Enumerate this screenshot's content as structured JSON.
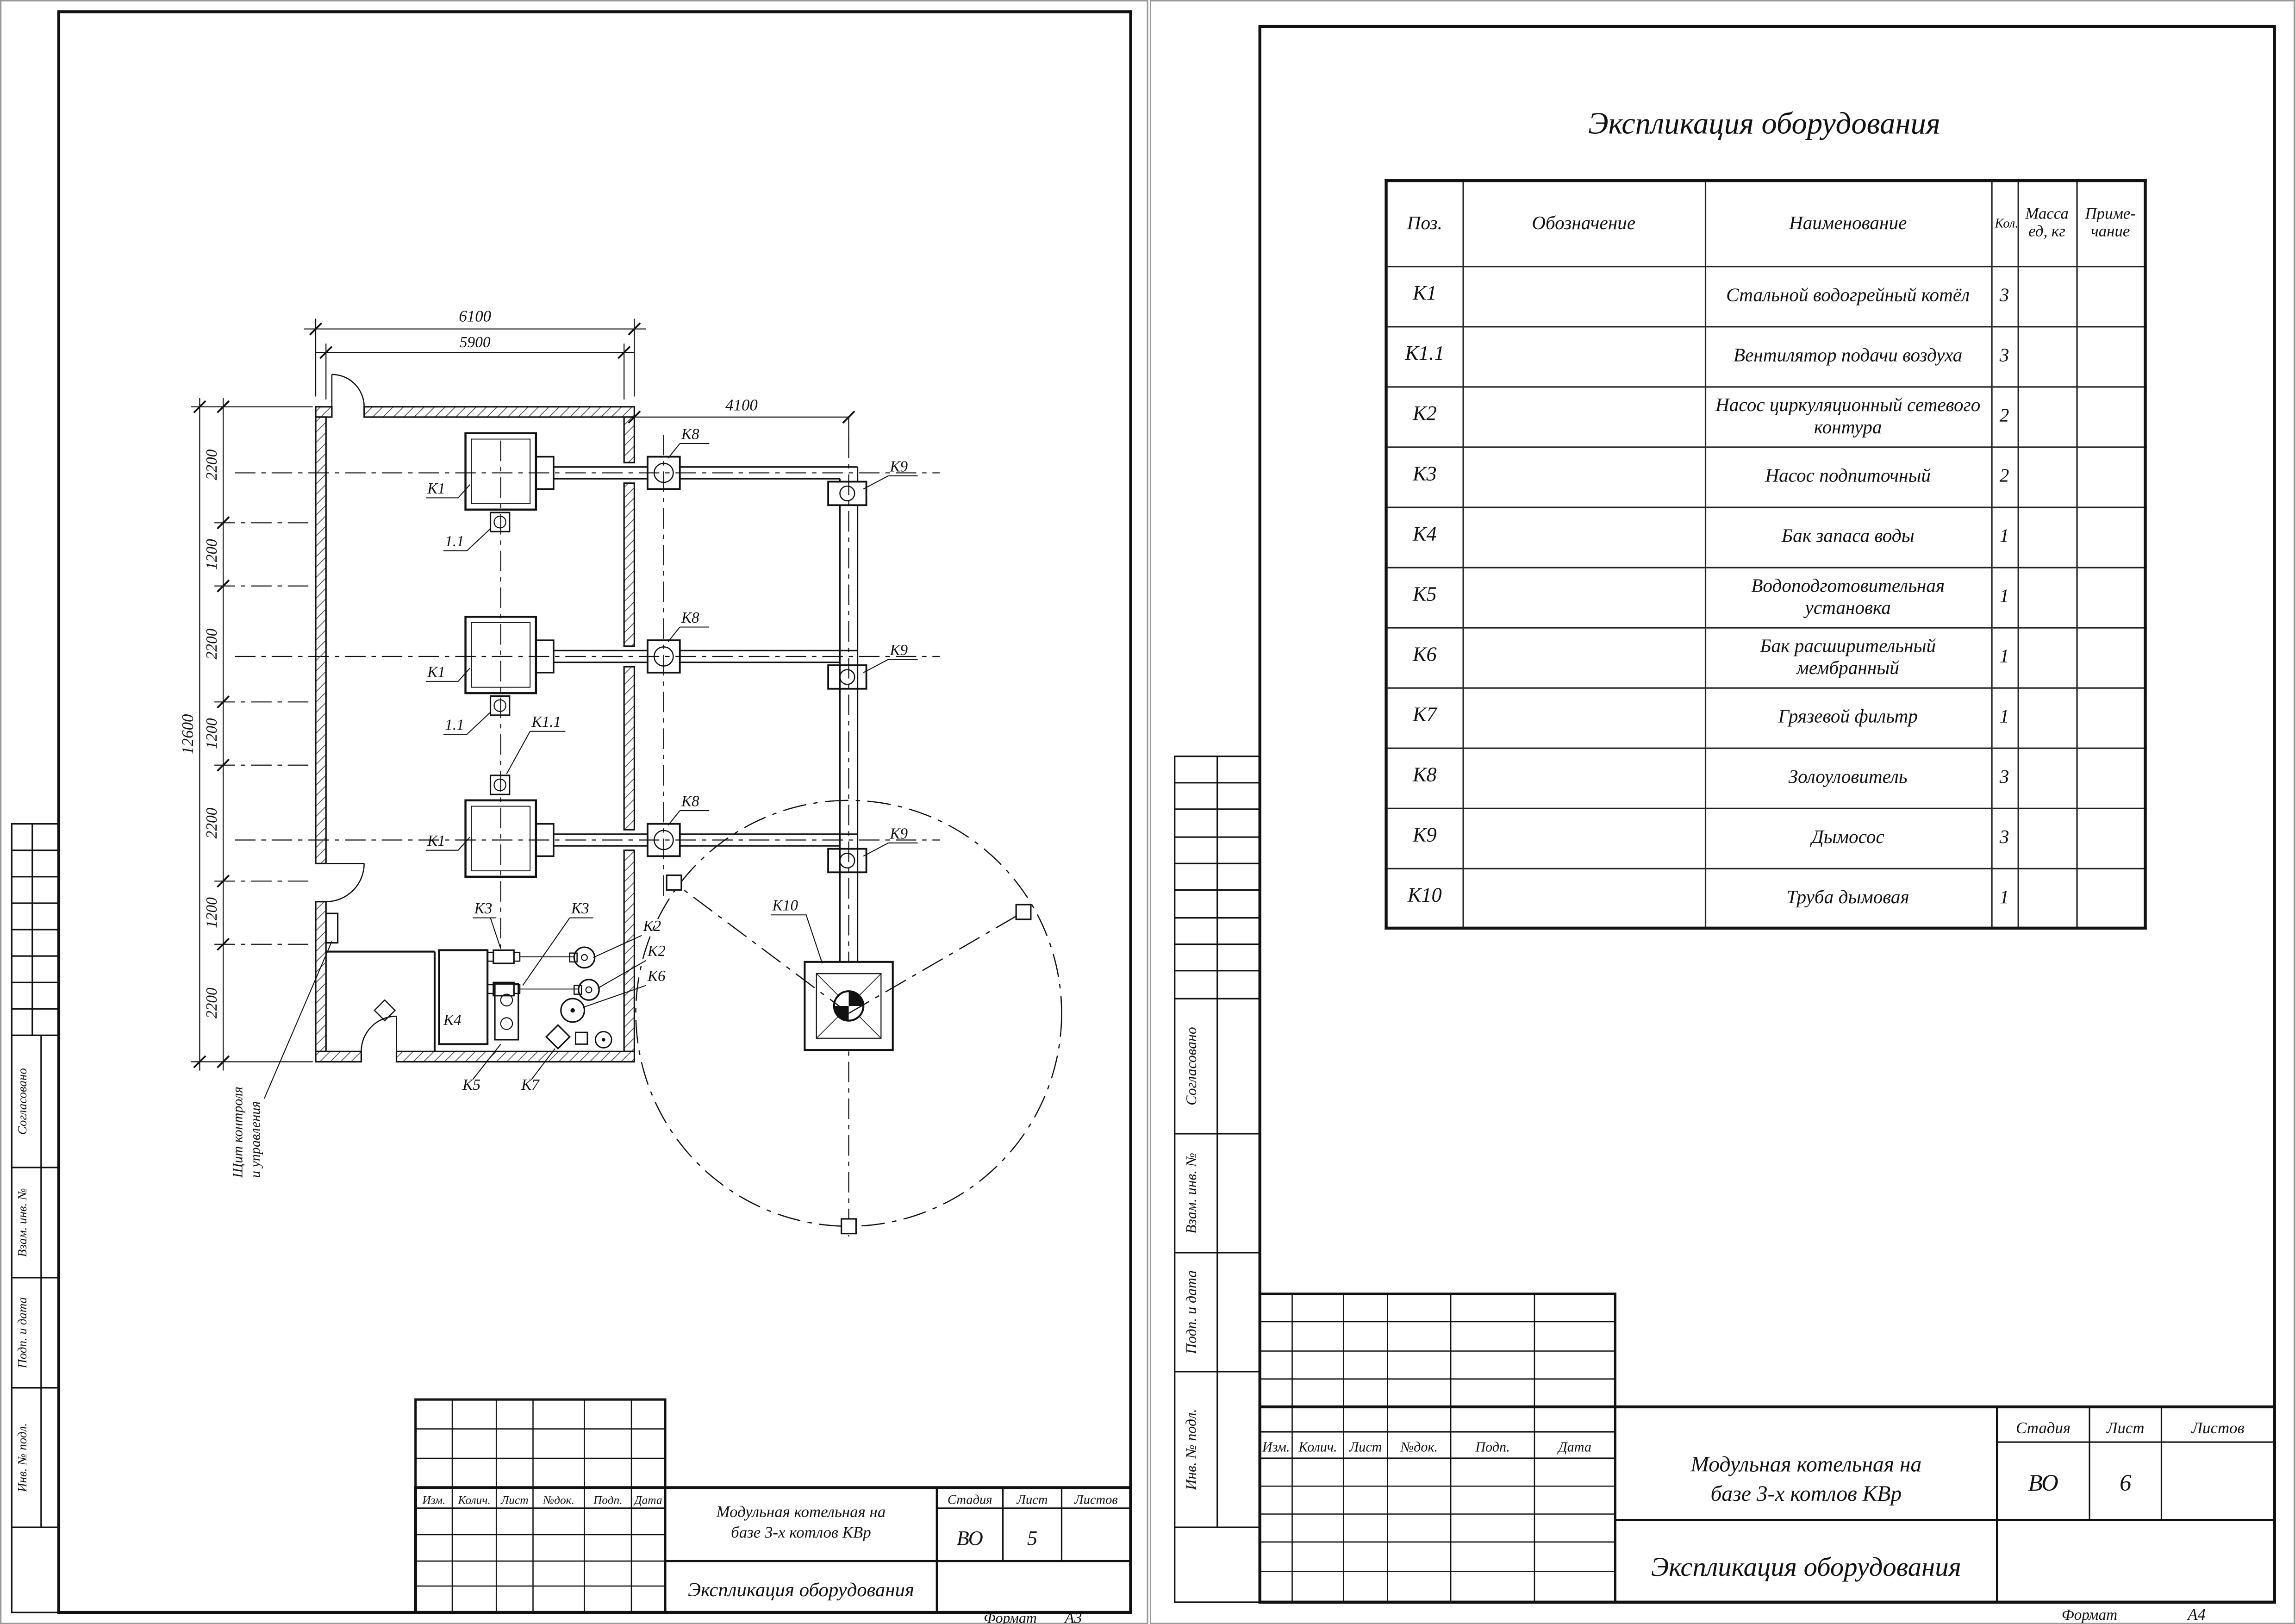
{
  "left_sheet": {
    "margin_labels": [
      "Согласовано",
      "Взам. инв. №",
      "Подп. и дата",
      "Инв. № подл."
    ],
    "plan": {
      "dim_top_outer": "6100",
      "dim_top_inner": "5900",
      "dim_right": "4100",
      "dim_overall": "12600",
      "dim_chain": [
        "2200",
        "1200",
        "2200",
        "1200",
        "2200",
        "1200",
        "2200"
      ],
      "labels": {
        "k1": "К1",
        "fan": "1.1",
        "k11": "К1.1",
        "k2": "К2",
        "k3": "К3",
        "k4": "К4",
        "k5": "К5",
        "k6": "К6",
        "k7": "К7",
        "k8": "К8",
        "k9": "К9",
        "k10": "К10",
        "control_panel_1": "Щит контроля",
        "control_panel_2": "и управления"
      }
    },
    "title_block": {
      "rev_cols": [
        "Изм.",
        "Колич.",
        "Лист",
        "№док.",
        "Подп.",
        "Дата"
      ],
      "title_line1": "Модульная котельная на",
      "title_line2": "базе 3-х котлов КВр",
      "stage_label": "Стадия",
      "sheet_label": "Лист",
      "sheets_label": "Листов",
      "stage": "ВО",
      "sheet_no": "5",
      "doc_name": "Экспликация оборудования",
      "format_label": "Формат",
      "format": "А3"
    }
  },
  "right_sheet": {
    "margin_labels": [
      "Согласовано",
      "Взам. инв. №",
      "Подп. и дата",
      "Инв. № подл."
    ],
    "table": {
      "title": "Экспликация оборудования",
      "headers": {
        "pos": "Поз.",
        "designation": "Обозначение",
        "name": "Наименование",
        "qty": "Кол.",
        "mass": "Масса\nед, кг",
        "note": "Приме-\nчание"
      },
      "rows": [
        {
          "pos": "К1",
          "name": "Стальной водогрейный котёл",
          "qty": "3"
        },
        {
          "pos": "К1.1",
          "name": "Вентилятор подачи воздуха",
          "qty": "3"
        },
        {
          "pos": "К2",
          "name": "Насос циркуляционный сетевого контура",
          "qty": "2"
        },
        {
          "pos": "К3",
          "name": "Насос подпиточный",
          "qty": "2"
        },
        {
          "pos": "К4",
          "name": "Бак запаса воды",
          "qty": "1"
        },
        {
          "pos": "К5",
          "name": "Водоподготовительная установка",
          "qty": "1"
        },
        {
          "pos": "К6",
          "name": "Бак расширительный мембранный",
          "qty": "1"
        },
        {
          "pos": "К7",
          "name": "Грязевой фильтр",
          "qty": "1"
        },
        {
          "pos": "К8",
          "name": "Золоуловитель",
          "qty": "3"
        },
        {
          "pos": "К9",
          "name": "Дымосос",
          "qty": "3"
        },
        {
          "pos": "К10",
          "name": "Труба дымовая",
          "qty": "1"
        }
      ]
    },
    "title_block": {
      "rev_cols": [
        "Изм.",
        "Колич.",
        "Лист",
        "№док.",
        "Подп.",
        "Дата"
      ],
      "title_line1": "Модульная котельная на",
      "title_line2": "базе 3-х котлов КВр",
      "stage_label": "Стадия",
      "sheet_label": "Лист",
      "sheets_label": "Листов",
      "stage": "ВО",
      "sheet_no": "6",
      "doc_name": "Экспликация оборудования",
      "format_label": "Формат",
      "format": "А4"
    }
  }
}
